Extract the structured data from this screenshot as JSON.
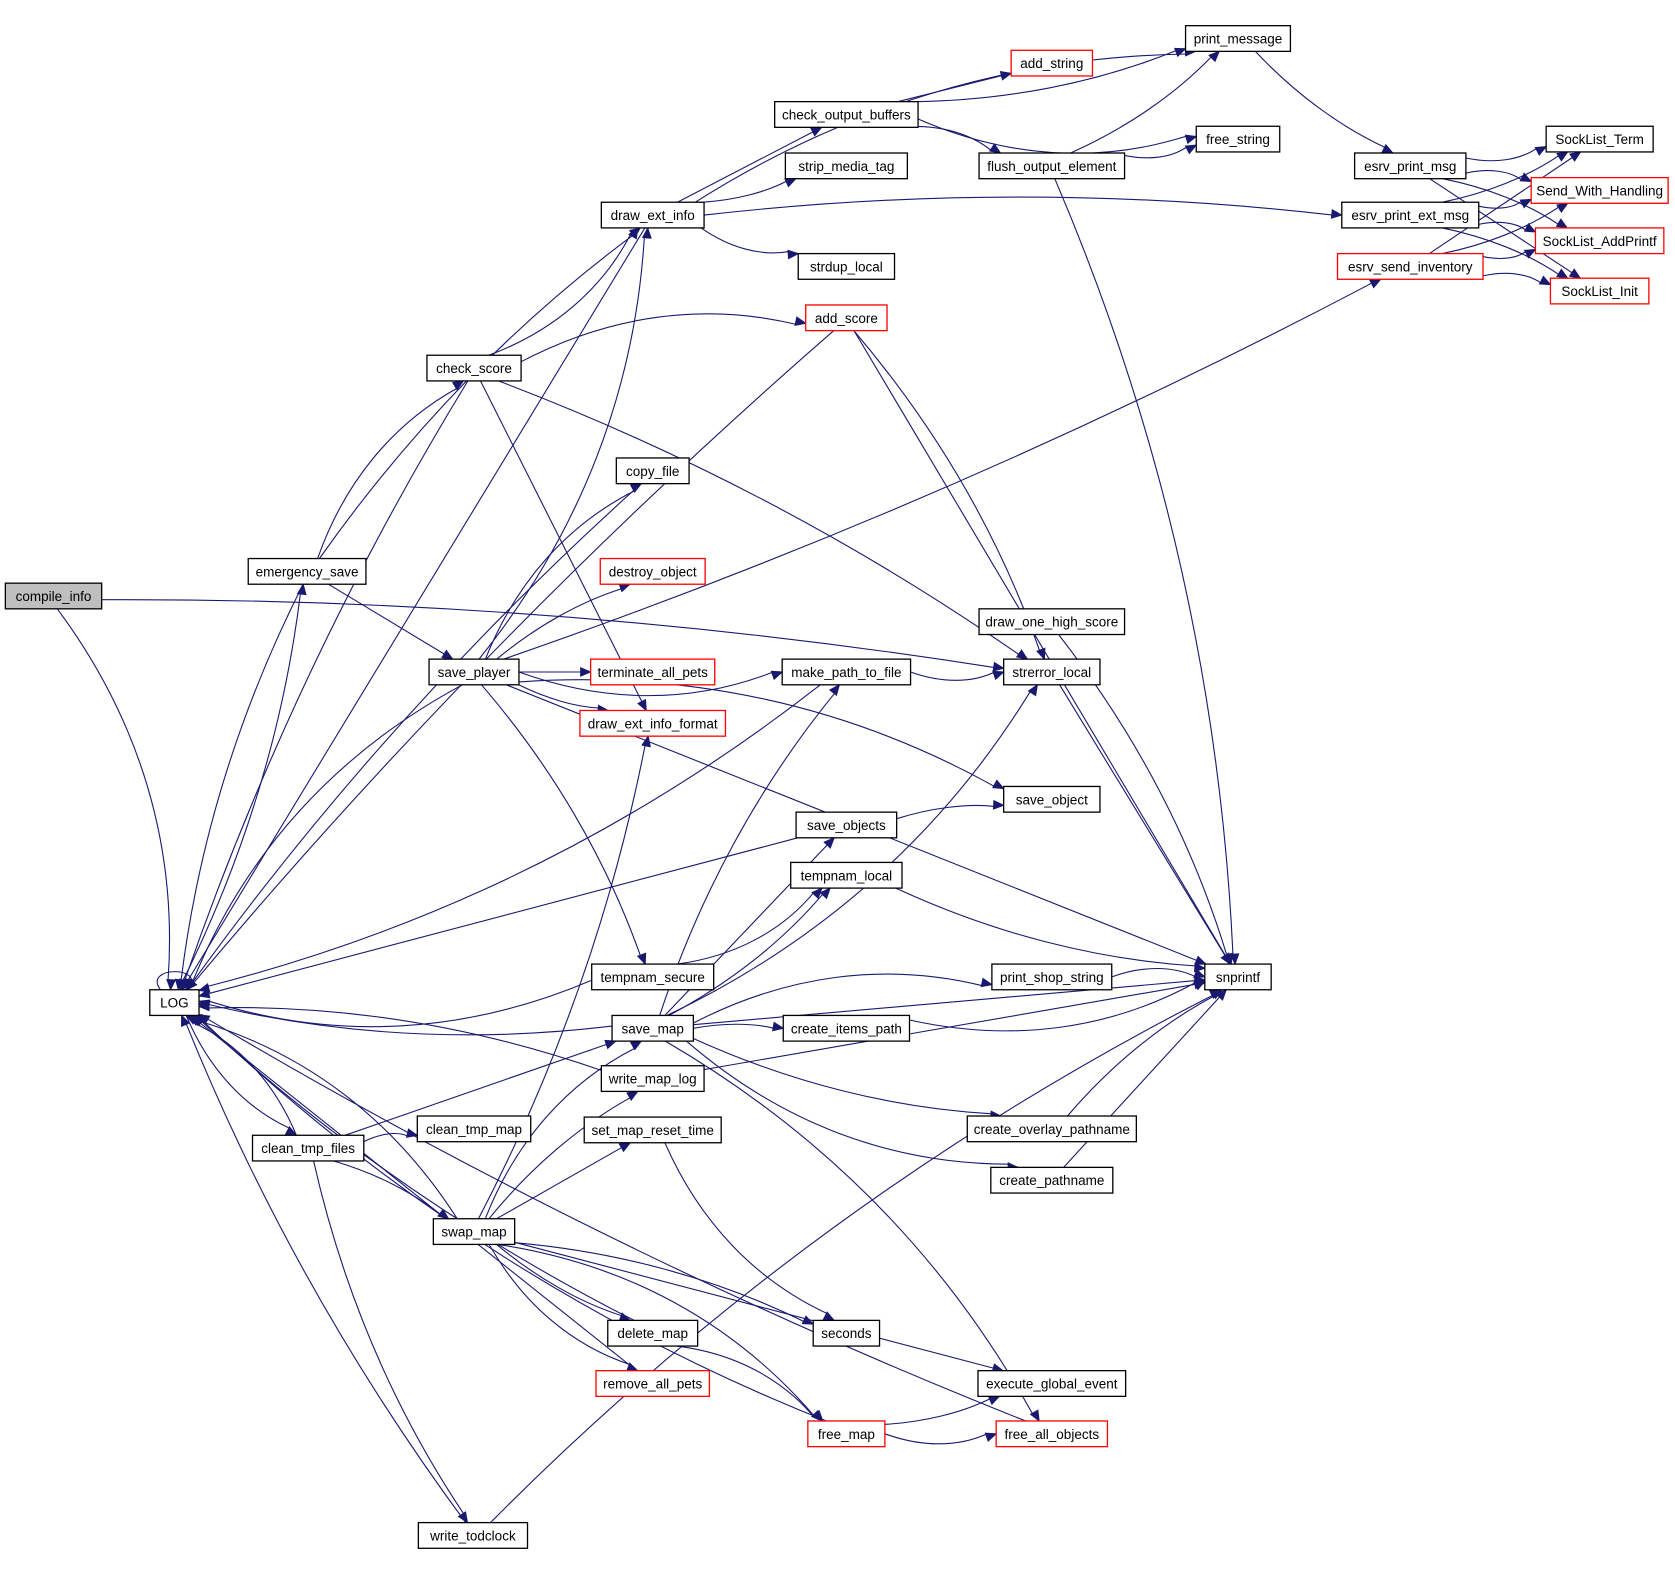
{
  "diagram": {
    "type": "call-graph",
    "root": "compile_info",
    "colors": {
      "edge": "#191970",
      "border_default": "#000000",
      "border_truncated": "#ff0000",
      "root_fill": "#bfbfbf",
      "node_fill": "#ffffff"
    },
    "nodes": [
      {
        "id": "compile_info",
        "label": "compile_info",
        "style": "root"
      },
      {
        "id": "LOG",
        "label": "LOG",
        "style": "normal"
      },
      {
        "id": "emergency_save",
        "label": "emergency_save",
        "style": "normal"
      },
      {
        "id": "check_score",
        "label": "check_score",
        "style": "normal"
      },
      {
        "id": "save_player",
        "label": "save_player",
        "style": "normal"
      },
      {
        "id": "clean_tmp_files",
        "label": "clean_tmp_files",
        "style": "normal"
      },
      {
        "id": "clean_tmp_map",
        "label": "clean_tmp_map",
        "style": "normal"
      },
      {
        "id": "swap_map",
        "label": "swap_map",
        "style": "normal"
      },
      {
        "id": "write_todclock",
        "label": "write_todclock",
        "style": "normal"
      },
      {
        "id": "draw_ext_info",
        "label": "draw_ext_info",
        "style": "normal"
      },
      {
        "id": "copy_file",
        "label": "copy_file",
        "style": "normal"
      },
      {
        "id": "destroy_object",
        "label": "destroy_object",
        "style": "truncated"
      },
      {
        "id": "terminate_all_pets",
        "label": "terminate_all_pets",
        "style": "truncated"
      },
      {
        "id": "draw_ext_info_format",
        "label": "draw_ext_info_format",
        "style": "truncated"
      },
      {
        "id": "tempnam_secure",
        "label": "tempnam_secure",
        "style": "normal"
      },
      {
        "id": "save_map",
        "label": "save_map",
        "style": "normal"
      },
      {
        "id": "write_map_log",
        "label": "write_map_log",
        "style": "normal"
      },
      {
        "id": "set_map_reset_time",
        "label": "set_map_reset_time",
        "style": "normal"
      },
      {
        "id": "delete_map",
        "label": "delete_map",
        "style": "normal"
      },
      {
        "id": "remove_all_pets",
        "label": "remove_all_pets",
        "style": "truncated"
      },
      {
        "id": "free_map",
        "label": "free_map",
        "style": "truncated"
      },
      {
        "id": "check_output_buffers",
        "label": "check_output_buffers",
        "style": "normal"
      },
      {
        "id": "strip_media_tag",
        "label": "strip_media_tag",
        "style": "normal"
      },
      {
        "id": "strdup_local",
        "label": "strdup_local",
        "style": "normal"
      },
      {
        "id": "add_score",
        "label": "add_score",
        "style": "truncated"
      },
      {
        "id": "make_path_to_file",
        "label": "make_path_to_file",
        "style": "normal"
      },
      {
        "id": "save_objects",
        "label": "save_objects",
        "style": "normal"
      },
      {
        "id": "tempnam_local",
        "label": "tempnam_local",
        "style": "normal"
      },
      {
        "id": "create_items_path",
        "label": "create_items_path",
        "style": "normal"
      },
      {
        "id": "seconds",
        "label": "seconds",
        "style": "normal"
      },
      {
        "id": "add_string",
        "label": "add_string",
        "style": "truncated"
      },
      {
        "id": "print_message",
        "label": "print_message",
        "style": "normal"
      },
      {
        "id": "free_string",
        "label": "free_string",
        "style": "normal"
      },
      {
        "id": "flush_output_element",
        "label": "flush_output_element",
        "style": "normal"
      },
      {
        "id": "draw_one_high_score",
        "label": "draw_one_high_score",
        "style": "normal"
      },
      {
        "id": "strerror_local",
        "label": "strerror_local",
        "style": "normal"
      },
      {
        "id": "save_object",
        "label": "save_object",
        "style": "normal"
      },
      {
        "id": "print_shop_string",
        "label": "print_shop_string",
        "style": "normal"
      },
      {
        "id": "create_overlay_pathname",
        "label": "create_overlay_pathname",
        "style": "normal"
      },
      {
        "id": "create_pathname",
        "label": "create_pathname",
        "style": "normal"
      },
      {
        "id": "execute_global_event",
        "label": "execute_global_event",
        "style": "normal"
      },
      {
        "id": "free_all_objects",
        "label": "free_all_objects",
        "style": "truncated"
      },
      {
        "id": "snprintf",
        "label": "snprintf",
        "style": "normal"
      },
      {
        "id": "esrv_print_msg",
        "label": "esrv_print_msg",
        "style": "normal"
      },
      {
        "id": "esrv_print_ext_msg",
        "label": "esrv_print_ext_msg",
        "style": "normal"
      },
      {
        "id": "esrv_send_inventory",
        "label": "esrv_send_inventory",
        "style": "truncated"
      },
      {
        "id": "SockList_Term",
        "label": "SockList_Term",
        "style": "normal"
      },
      {
        "id": "Send_With_Handling",
        "label": "Send_With_Handling",
        "style": "truncated"
      },
      {
        "id": "SockList_AddPrintf",
        "label": "SockList_AddPrintf",
        "style": "truncated"
      },
      {
        "id": "SockList_Init",
        "label": "SockList_Init",
        "style": "truncated"
      }
    ],
    "edges": [
      [
        "compile_info",
        "LOG"
      ],
      [
        "compile_info",
        "strerror_local"
      ],
      [
        "LOG",
        "LOG"
      ],
      [
        "LOG",
        "emergency_save"
      ],
      [
        "LOG",
        "clean_tmp_files"
      ],
      [
        "emergency_save",
        "check_score"
      ],
      [
        "emergency_save",
        "draw_ext_info"
      ],
      [
        "emergency_save",
        "save_player"
      ],
      [
        "emergency_save",
        "LOG"
      ],
      [
        "check_score",
        "draw_ext_info"
      ],
      [
        "check_score",
        "add_score"
      ],
      [
        "check_score",
        "strerror_local"
      ],
      [
        "check_score",
        "draw_ext_info_format"
      ],
      [
        "check_score",
        "LOG"
      ],
      [
        "save_player",
        "draw_ext_info"
      ],
      [
        "save_player",
        "copy_file"
      ],
      [
        "save_player",
        "destroy_object"
      ],
      [
        "save_player",
        "terminate_all_pets"
      ],
      [
        "save_player",
        "draw_ext_info_format"
      ],
      [
        "save_player",
        "make_path_to_file"
      ],
      [
        "save_player",
        "save_object"
      ],
      [
        "save_player",
        "tempnam_secure"
      ],
      [
        "save_player",
        "snprintf"
      ],
      [
        "save_player",
        "esrv_send_inventory"
      ],
      [
        "save_player",
        "LOG"
      ],
      [
        "clean_tmp_files",
        "clean_tmp_map"
      ],
      [
        "clean_tmp_files",
        "swap_map"
      ],
      [
        "clean_tmp_files",
        "save_map"
      ],
      [
        "clean_tmp_files",
        "write_todclock"
      ],
      [
        "clean_tmp_files",
        "LOG"
      ],
      [
        "swap_map",
        "save_map"
      ],
      [
        "swap_map",
        "write_map_log"
      ],
      [
        "swap_map",
        "set_map_reset_time"
      ],
      [
        "swap_map",
        "delete_map"
      ],
      [
        "swap_map",
        "remove_all_pets"
      ],
      [
        "swap_map",
        "free_map"
      ],
      [
        "swap_map",
        "seconds"
      ],
      [
        "swap_map",
        "execute_global_event"
      ],
      [
        "swap_map",
        "draw_ext_info_format"
      ],
      [
        "swap_map",
        "LOG"
      ],
      [
        "write_todclock",
        "snprintf"
      ],
      [
        "write_todclock",
        "LOG"
      ],
      [
        "draw_ext_info",
        "check_output_buffers"
      ],
      [
        "draw_ext_info",
        "strip_media_tag"
      ],
      [
        "draw_ext_info",
        "strdup_local"
      ],
      [
        "draw_ext_info",
        "print_message"
      ],
      [
        "draw_ext_info",
        "esrv_print_ext_msg"
      ],
      [
        "draw_ext_info",
        "LOG"
      ],
      [
        "copy_file",
        "LOG"
      ],
      [
        "tempnam_secure",
        "tempnam_local"
      ],
      [
        "tempnam_secure",
        "LOG"
      ],
      [
        "save_map",
        "make_path_to_file"
      ],
      [
        "save_map",
        "save_objects"
      ],
      [
        "save_map",
        "tempnam_local"
      ],
      [
        "save_map",
        "strerror_local"
      ],
      [
        "save_map",
        "print_shop_string"
      ],
      [
        "save_map",
        "create_items_path"
      ],
      [
        "save_map",
        "snprintf"
      ],
      [
        "save_map",
        "create_overlay_pathname"
      ],
      [
        "save_map",
        "create_pathname"
      ],
      [
        "save_map",
        "free_all_objects"
      ],
      [
        "save_map",
        "LOG"
      ],
      [
        "write_map_log",
        "snprintf"
      ],
      [
        "write_map_log",
        "LOG"
      ],
      [
        "set_map_reset_time",
        "seconds"
      ],
      [
        "delete_map",
        "free_map"
      ],
      [
        "delete_map",
        "LOG"
      ],
      [
        "remove_all_pets",
        "LOG"
      ],
      [
        "free_map",
        "execute_global_event"
      ],
      [
        "free_map",
        "free_all_objects"
      ],
      [
        "free_map",
        "LOG"
      ],
      [
        "free_all_objects",
        "LOG"
      ],
      [
        "check_output_buffers",
        "add_string"
      ],
      [
        "check_output_buffers",
        "print_message"
      ],
      [
        "check_output_buffers",
        "free_string"
      ],
      [
        "check_output_buffers",
        "flush_output_element"
      ],
      [
        "add_score",
        "strerror_local"
      ],
      [
        "add_score",
        "snprintf"
      ],
      [
        "add_score",
        "LOG"
      ],
      [
        "make_path_to_file",
        "strerror_local"
      ],
      [
        "make_path_to_file",
        "LOG"
      ],
      [
        "save_objects",
        "save_object"
      ],
      [
        "save_objects",
        "LOG"
      ],
      [
        "tempnam_local",
        "snprintf"
      ],
      [
        "create_items_path",
        "snprintf"
      ],
      [
        "print_shop_string",
        "snprintf"
      ],
      [
        "create_overlay_pathname",
        "snprintf"
      ],
      [
        "create_pathname",
        "snprintf"
      ],
      [
        "flush_output_element",
        "print_message"
      ],
      [
        "flush_output_element",
        "free_string"
      ],
      [
        "flush_output_element",
        "snprintf"
      ],
      [
        "draw_one_high_score",
        "snprintf"
      ],
      [
        "strerror_local",
        "snprintf"
      ],
      [
        "print_message",
        "esrv_print_msg"
      ],
      [
        "esrv_print_msg",
        "SockList_Term"
      ],
      [
        "esrv_print_msg",
        "Send_With_Handling"
      ],
      [
        "esrv_print_msg",
        "SockList_AddPrintf"
      ],
      [
        "esrv_print_msg",
        "SockList_Init"
      ],
      [
        "esrv_print_ext_msg",
        "SockList_Term"
      ],
      [
        "esrv_print_ext_msg",
        "Send_With_Handling"
      ],
      [
        "esrv_print_ext_msg",
        "SockList_AddPrintf"
      ],
      [
        "esrv_print_ext_msg",
        "SockList_Init"
      ],
      [
        "esrv_send_inventory",
        "SockList_Term"
      ],
      [
        "esrv_send_inventory",
        "Send_With_Handling"
      ],
      [
        "esrv_send_inventory",
        "SockList_AddPrintf"
      ],
      [
        "esrv_send_inventory",
        "SockList_Init"
      ]
    ]
  }
}
